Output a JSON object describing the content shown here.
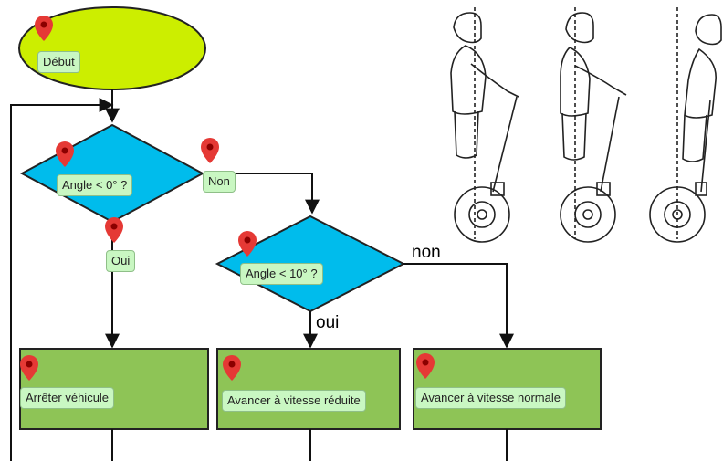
{
  "nodes": {
    "start": "Début",
    "decision1": "Angle < 0° ?",
    "decision2": "Angle < 10° ?",
    "action_stop": "Arrêter véhicule",
    "action_slow": "Avancer à vitesse réduite",
    "action_normal": "Avancer à vitesse normale"
  },
  "edges": {
    "d1_no": "Non",
    "d1_yes": "Oui",
    "d2_no": "non",
    "d2_yes": "oui"
  },
  "colors": {
    "start_fill": "#ccee00",
    "decision_fill": "#00bcec",
    "action_fill": "#8ec456",
    "tag_fill": "#c9f7c2",
    "pin": "#e53935"
  },
  "icons": [
    "map-pin-icon"
  ],
  "illustration": "segway-rider-illustration"
}
